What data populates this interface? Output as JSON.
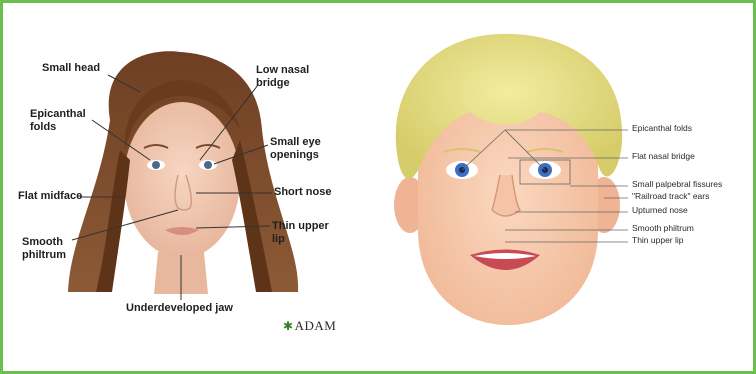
{
  "left_diagram": {
    "labels": {
      "small_head": "Small head",
      "epicanthal_folds": "Epicanthal\nfolds",
      "flat_midface": "Flat midface",
      "smooth_philtrum": "Smooth\nphiltrum",
      "underdeveloped_jaw": "Underdeveloped jaw",
      "low_nasal_bridge": "Low nasal\nbridge",
      "small_eye_openings": "Small eye\nopenings",
      "short_nose": "Short nose",
      "thin_upper_lip": "Thin upper\nlip"
    },
    "credit": "ADAM"
  },
  "right_diagram": {
    "labels": {
      "epicanthal_folds": "Epicanthal folds",
      "flat_nasal_bridge": "Flat nasal bridge",
      "small_palpebral_fissures": "Small palpebral fissures",
      "railroad_track_ears": "\"Railroad track\" ears",
      "upturned_nose": "Upturned nose",
      "smooth_philtrum": "Smooth philtrum",
      "thin_upper_lip": "Thin upper lip"
    }
  },
  "colors": {
    "border": "#6bbf4e",
    "hair_left": "#7a4a2c",
    "hair_right": "#e8e08a",
    "skin": "#f4c8ae",
    "eye": "#3b6ec4"
  }
}
